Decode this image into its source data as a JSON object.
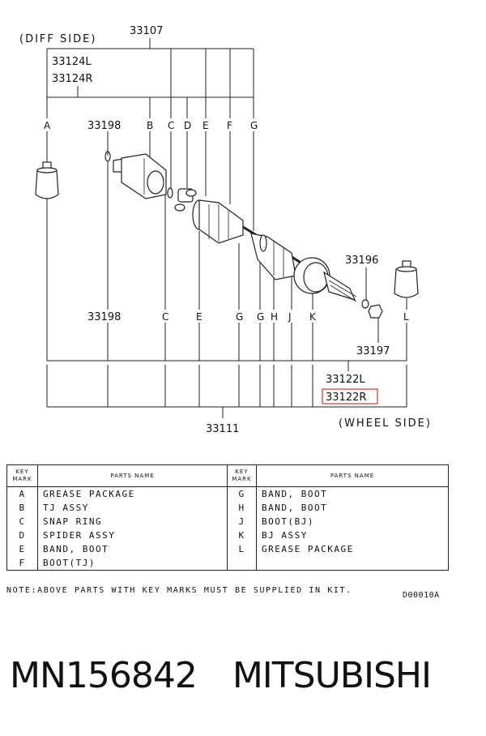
{
  "diagram": {
    "side_left": "(DIFF SIDE)",
    "side_right": "(WHEEL SIDE)",
    "part_33107": "33107",
    "part_33124L": "33124L",
    "part_33124R": "33124R",
    "part_33198_top": "33198",
    "part_33198_bottom": "33198",
    "part_33196": "33196",
    "part_33197": "33197",
    "part_33122L": "33122L",
    "part_33122R": "33122R",
    "part_33111": "33111",
    "top_keys": [
      "A",
      "B",
      "C",
      "D",
      "E",
      "F",
      "G"
    ],
    "bottom_keys": [
      "C",
      "E",
      "G",
      "G",
      "H",
      "J",
      "K",
      "L"
    ],
    "highlight_color": "#e03030"
  },
  "table": {
    "header_key": [
      "KEY",
      "MARK"
    ],
    "header_name": "PARTS NAME",
    "left_rows": [
      {
        "key": "A",
        "name": "GREASE PACKAGE"
      },
      {
        "key": "B",
        "name": "TJ ASSY"
      },
      {
        "key": "C",
        "name": "SNAP RING"
      },
      {
        "key": "D",
        "name": "SPIDER ASSY"
      },
      {
        "key": "E",
        "name": "BAND, BOOT"
      },
      {
        "key": "F",
        "name": "BOOT(TJ)"
      }
    ],
    "right_rows": [
      {
        "key": "G",
        "name": "BAND, BOOT"
      },
      {
        "key": "H",
        "name": "BAND, BOOT"
      },
      {
        "key": "J",
        "name": "BOOT(BJ)"
      },
      {
        "key": "K",
        "name": "BJ ASSY"
      },
      {
        "key": "L",
        "name": "GREASE PACKAGE"
      },
      {
        "key": "",
        "name": ""
      }
    ]
  },
  "note": "NOTE:ABOVE PARTS WITH KEY MARKS MUST BE SUPPLIED IN KIT.",
  "code": "D00010A",
  "footer": {
    "part_number": "MN156842",
    "brand": "MITSUBISHI"
  }
}
